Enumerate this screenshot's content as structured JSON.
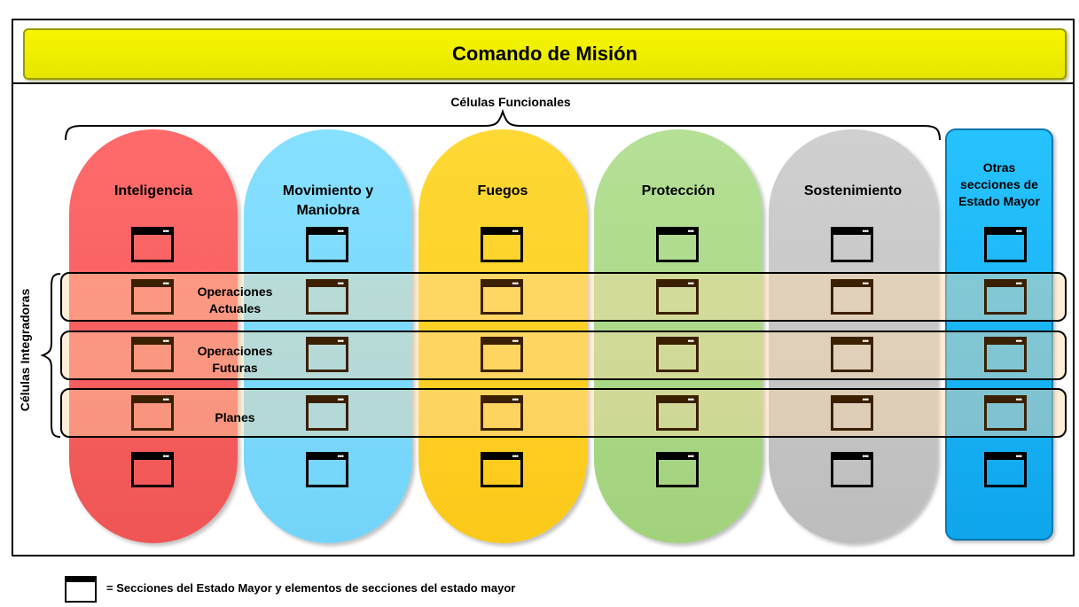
{
  "header": {
    "title": "Comando de Misión"
  },
  "functional": {
    "label": "Células Funcionales",
    "cells": [
      {
        "label": "Inteligencia",
        "color": "#f25c5c"
      },
      {
        "label": "Movimiento y\nManiobra",
        "color": "#7fdcff"
      },
      {
        "label": "Fuegos",
        "color": "#fcd12a"
      },
      {
        "label": "Protección",
        "color": "#a9d986"
      },
      {
        "label": "Sostenimiento",
        "color": "#c7c7c7"
      }
    ],
    "other": {
      "label": "Otras\nsecciones de\nEstado Mayor",
      "color": "#1ab2f5"
    }
  },
  "integrating": {
    "label": "Células Integradoras",
    "rows": [
      {
        "label": "Operaciones\nActuales"
      },
      {
        "label": "Operaciones\nFuturas"
      },
      {
        "label": "Planes"
      }
    ]
  },
  "legend": {
    "text": "= Secciones del Estado Mayor y elementos de secciones del estado mayor"
  }
}
